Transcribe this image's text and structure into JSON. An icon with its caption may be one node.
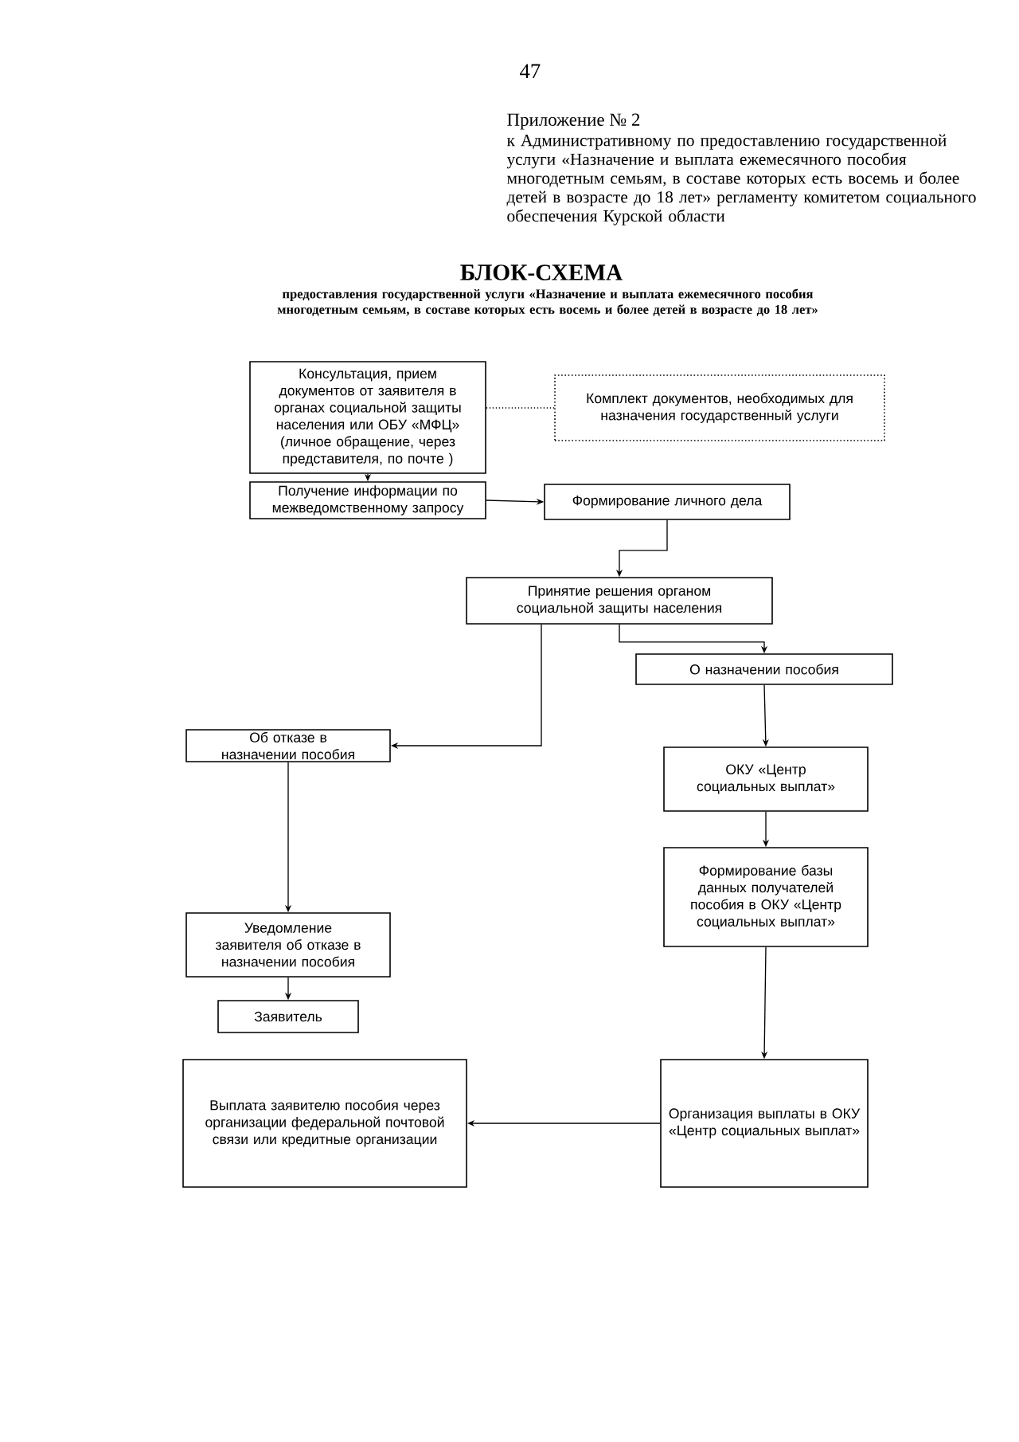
{
  "diagram": {
    "title": "БЛОК-СХЕМА",
    "caption": "предоставления государственной услуги «Назначение и выплата ежемесячного пособия многодетным семьям, в составе которых есть восемь и более детей в возрасте до 18 лет»",
    "nodes": [
      {
        "text": [
          "Консультация, прием документов от заявителя в органах социальной защиты населения или ОБУ «МФЦ» (личное обращение, через представителя, по почте )"
        ]
      },
      {
        "text": [
          "Комплект документов, необходимых для назначения государственный услуги"
        ]
      },
      {
        "text": [
          "Получение информации по межведомственному запросу"
        ]
      },
      {
        "text": [
          "Формирование личного дела"
        ]
      },
      {
        "text": [
          "Принятие решения органом социальной защиты населения"
        ]
      },
      {
        "text": [
          "О назначении пособия"
        ]
      },
      {
        "text": [
          "Об отказе в назначении пособия"
        ]
      },
      {
        "text": [
          "ОКУ «Центр социальных выплат»"
        ]
      },
      {
        "text": [
          "Формирование базы данных получателей пособия в ОКУ «Центр социальных выплат»"
        ]
      },
      {
        "text": [
          "Уведомление заявителя об отказе в назначении пособия"
        ]
      },
      {
        "text": [
          "Заявитель"
        ]
      },
      {
        "text": [
          "Выплата заявителю пособия через организации федеральной почтовой связи или кредитные организации"
        ]
      },
      {
        "text": [
          "Организация выплаты в ОКУ «Центр социальных выплат»"
        ]
      }
    ],
    "edges": [
      {
        "from": 0,
        "to": 1,
        "arrow": "none",
        "style": "dashed"
      },
      {
        "from": 0,
        "to": 2,
        "arrow": "to"
      },
      {
        "from": 2,
        "to": 3,
        "arrow": "to"
      },
      {
        "from": 3,
        "to": 4,
        "arrow": "to"
      },
      {
        "from": 4,
        "to": 5,
        "arrow": "to"
      },
      {
        "from": 4,
        "to": 6,
        "arrow": "to"
      },
      {
        "from": 5,
        "to": 7,
        "arrow": "to"
      },
      {
        "from": 7,
        "to": 8,
        "arrow": "to"
      },
      {
        "from": 6,
        "to": 9,
        "arrow": "to"
      },
      {
        "from": 9,
        "to": 10,
        "arrow": "to"
      },
      {
        "from": 8,
        "to": 12,
        "arrow": "to"
      },
      {
        "from": 12,
        "to": 11,
        "arrow": "to"
      }
    ],
    "labels": [
      "47",
      "Приложение № 2",
      "к Административному по предоставлению государственной услуги «Назначение и выплата ежемесячного пособия многодетным семьям, в составе которых есть восемь и более детей в возрасте до 18 лет» регламенту комитетом социального обеспечения Курской области"
    ]
  }
}
